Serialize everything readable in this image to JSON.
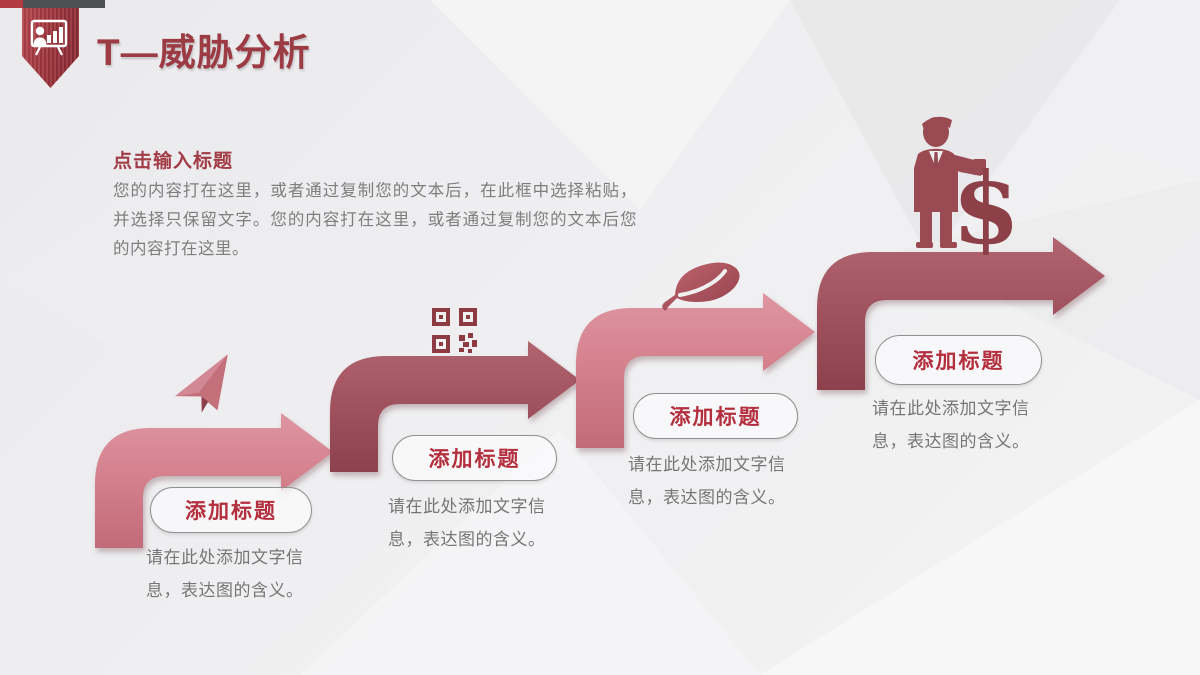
{
  "title_bar": {
    "title": "T—威胁分析"
  },
  "intro": {
    "heading": "点击输入标题",
    "body": "您的内容打在这里，或者通过复制您的文本后，在此框中选择粘贴，并选择只保留文字。您的内容打在这里，或者通过复制您的文本后您的内容打在这里。"
  },
  "steps": [
    {
      "icon": "paper-plane-icon",
      "title": "添加标题",
      "desc": "请在此处添加文字信息，表达图的含义。"
    },
    {
      "icon": "qr-code-icon",
      "title": "添加标题",
      "desc": "请在此处添加文字信息，表达图的含义。"
    },
    {
      "icon": "leaf-icon",
      "title": "添加标题",
      "desc": "请在此处添加文字信息，表达图的含义。"
    },
    {
      "icon": "businessman-dollar-icon",
      "title": "添加标题",
      "desc": "请在此处添加文字信息，表达图的含义。"
    }
  ],
  "colors": {
    "arrow_pink": "#d5818e",
    "arrow_maroon": "#a25360",
    "title_red": "#9c3b44",
    "pill_text_red": "#b42f3d",
    "body_gray": "#7e7e7e",
    "ribbon_red": "#9e353d",
    "top_strip_red": "#b23b43",
    "top_strip_dark": "#4f5052"
  }
}
